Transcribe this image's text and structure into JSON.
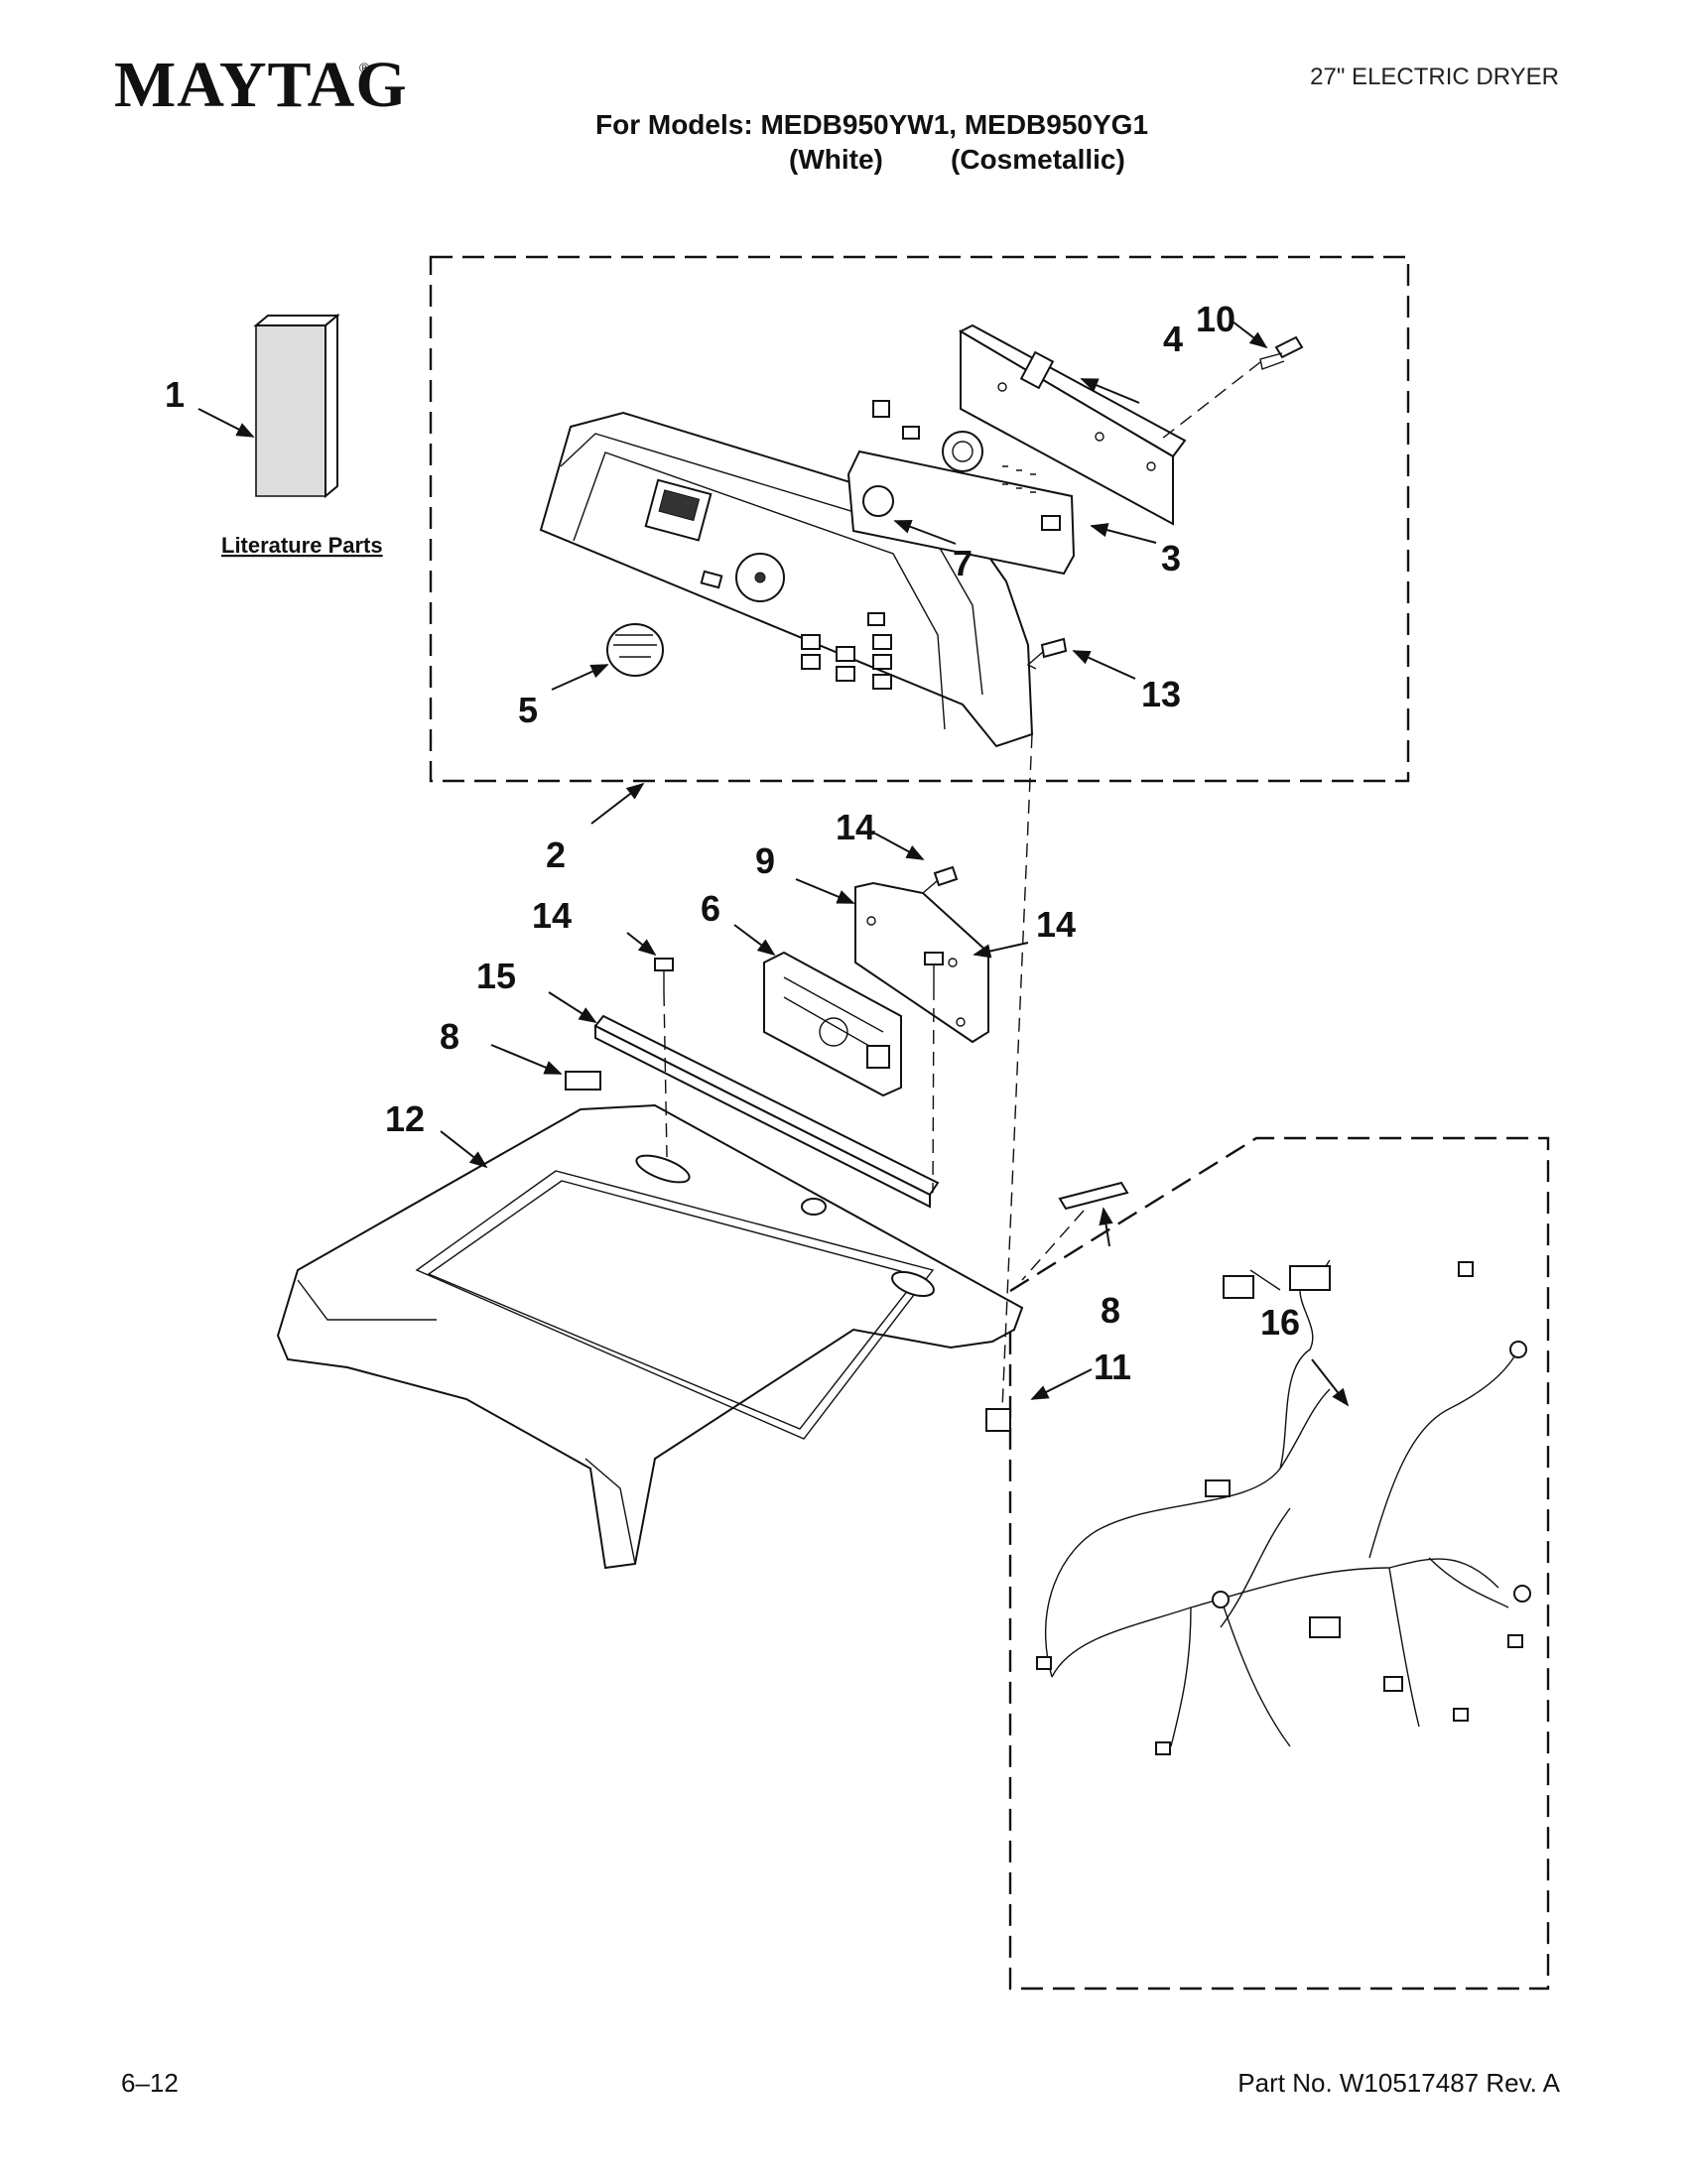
{
  "header": {
    "brand": "MAYTAG",
    "brand_mark": "®",
    "product": "27\" ELECTRIC DRYER",
    "models_line": "For Models: MEDB950YW1, MEDB950YG1",
    "variant_white": "(White)",
    "variant_cosmetallic": "(Cosmetallic)"
  },
  "footer": {
    "page": "6–12",
    "part_number": "Part No. W10517487 Rev. A"
  },
  "diagram": {
    "literature_label": "Literature Parts",
    "callouts": {
      "c1": "1",
      "c2": "2",
      "c3": "3",
      "c4": "4",
      "c5": "5",
      "c6": "6",
      "c7": "7",
      "c8a": "8",
      "c8b": "8",
      "c9": "9",
      "c10": "10",
      "c11": "11",
      "c12": "12",
      "c13": "13",
      "c14a": "14",
      "c14b": "14",
      "c14c": "14",
      "c15": "15",
      "c16": "16"
    }
  }
}
